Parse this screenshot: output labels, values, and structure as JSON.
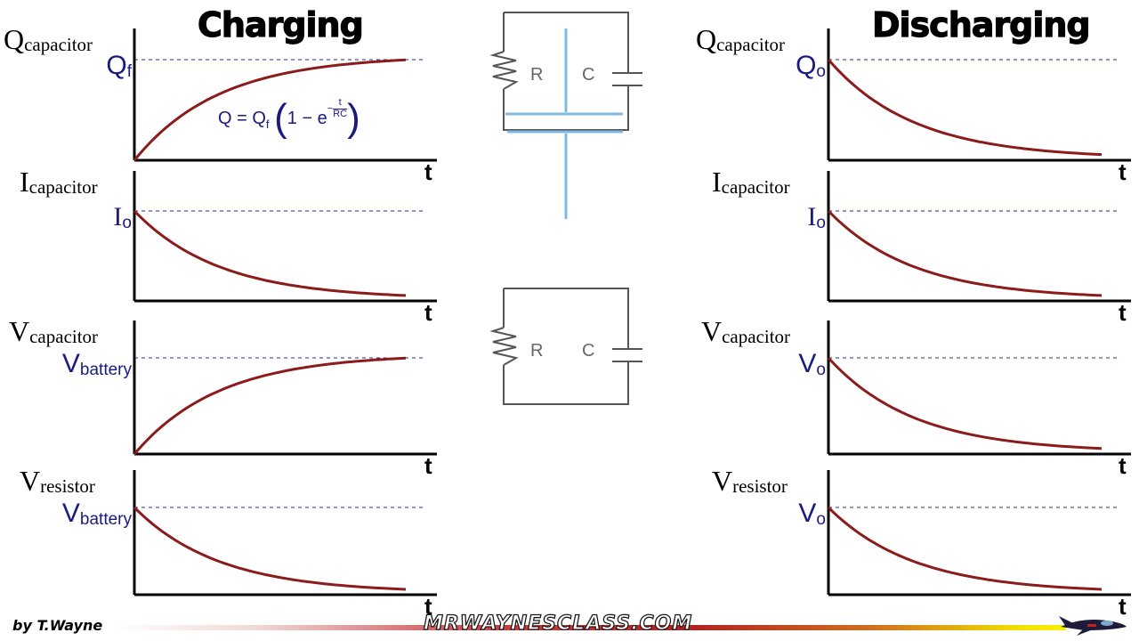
{
  "titles": {
    "charging": "Charging",
    "discharging": "Discharging"
  },
  "formula": {
    "lhs": "Q = Q",
    "lhs_sub": "f",
    "one_minus": "1 − e",
    "exp_num": "t",
    "exp_den": "RC"
  },
  "time_label": "t",
  "charging": [
    {
      "var": "Q",
      "var_sub": "capacitor",
      "level": "Q",
      "level_sub": "f",
      "shape": "rise"
    },
    {
      "var": "I",
      "var_sub": "capacitor",
      "level": "I",
      "level_sub": "o",
      "shape": "decay"
    },
    {
      "var": "V",
      "var_sub": "capacitor",
      "level": "V",
      "level_sub": "battery",
      "shape": "rise"
    },
    {
      "var": "V",
      "var_sub": "resistor",
      "level": "V",
      "level_sub": "battery",
      "shape": "decay"
    }
  ],
  "discharging": [
    {
      "var": "Q",
      "var_sub": "capacitor",
      "level": "Q",
      "level_sub": "o",
      "shape": "decay"
    },
    {
      "var": "I",
      "var_sub": "capacitor",
      "level": "I",
      "level_sub": "o",
      "shape": "decay"
    },
    {
      "var": "V",
      "var_sub": "capacitor",
      "level": "V",
      "level_sub": "o",
      "shape": "decay"
    },
    {
      "var": "V",
      "var_sub": "resistor",
      "level": "V",
      "level_sub": "o",
      "shape": "decay"
    }
  ],
  "circuit": {
    "resistor_label": "R",
    "capacitor_label": "C"
  },
  "footer": {
    "credit": "by T.Wayne",
    "site": "MRWAYNESCLASS.COM"
  },
  "colors": {
    "curve": "#8b1c1c",
    "dash": "#2a2a80",
    "level_text": "#1a1a80",
    "battery_wire": "#7fb8e0"
  }
}
